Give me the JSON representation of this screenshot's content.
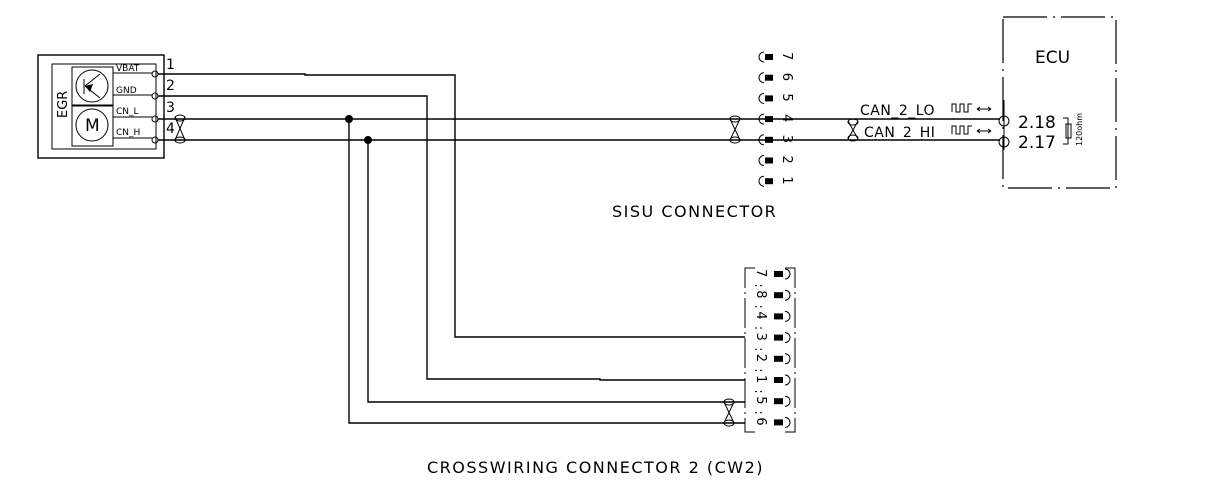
{
  "diagram": {
    "egr": {
      "label": "EGR",
      "motor_symbol": "M",
      "pins": [
        {
          "label": "VBAT",
          "wire": "1"
        },
        {
          "label": "GND",
          "wire": "2"
        },
        {
          "label": "CN_L",
          "wire": "3"
        },
        {
          "label": "CN_H",
          "wire": "4"
        }
      ]
    },
    "sisu_connector": {
      "title": "SISU CONNECTOR",
      "pins": [
        "7",
        "6",
        "5",
        "4",
        "3",
        "2",
        "1"
      ]
    },
    "crosswiring_connector": {
      "title": "CROSSWIRING CONNECTOR 2 (CW2)",
      "pins": [
        "7",
        "8",
        "4",
        "3",
        "2",
        "1",
        "5",
        "6"
      ]
    },
    "ecu": {
      "title": "ECU",
      "signals": [
        {
          "name": "CAN_2_LO",
          "pin": "2.18"
        },
        {
          "name": "CAN_2_HI",
          "pin": "2.17"
        }
      ],
      "resistor": "120ohm"
    },
    "connections": [
      {
        "from": "EGR 1 VBAT",
        "to": "CW2 3"
      },
      {
        "from": "EGR 2 GND",
        "to": "CW2 1"
      },
      {
        "from": "EGR 3 CN_L",
        "to": "SISU 4 / CW2 6",
        "twisted": true
      },
      {
        "from": "EGR 4 CN_H",
        "to": "SISU 3 / CW2 5",
        "twisted": true
      },
      {
        "from": "SISU 4",
        "to": "ECU 2.18 CAN_2_LO"
      },
      {
        "from": "SISU 3",
        "to": "ECU 2.17 CAN_2_HI"
      }
    ]
  }
}
